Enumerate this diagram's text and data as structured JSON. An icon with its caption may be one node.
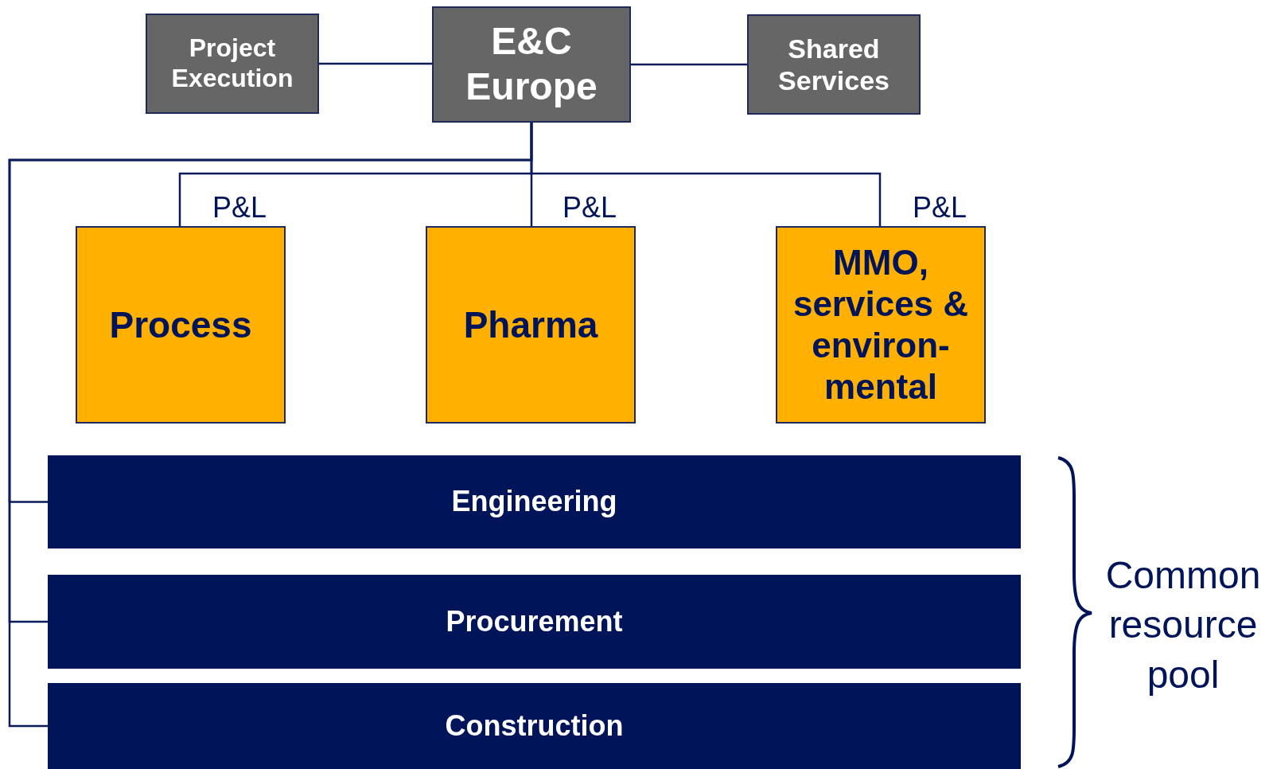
{
  "diagram": {
    "nodes": [
      {
        "text": [
          "Project Execution"
        ]
      },
      {
        "text": [
          "E&C Europe"
        ]
      },
      {
        "text": [
          "Shared Services"
        ]
      },
      {
        "text": [
          "Process"
        ],
        "beside": [
          "P&L"
        ]
      },
      {
        "text": [
          "Pharma"
        ],
        "beside": [
          "P&L"
        ]
      },
      {
        "text": [
          "MMO, services & environ-mental"
        ],
        "beside": [
          "P&L"
        ]
      },
      {
        "text": [
          "Engineering"
        ]
      },
      {
        "text": [
          "Procurement"
        ]
      },
      {
        "text": [
          "Construction"
        ]
      }
    ],
    "edges": [
      {
        "from": 1,
        "to": 0,
        "arrow": "none"
      },
      {
        "from": 1,
        "to": 2,
        "arrow": "none"
      },
      {
        "from": 1,
        "to": 3,
        "arrow": "none"
      },
      {
        "from": 1,
        "to": 4,
        "arrow": "none"
      },
      {
        "from": 1,
        "to": 5,
        "arrow": "none"
      },
      {
        "from": 1,
        "to": 6,
        "arrow": "none"
      },
      {
        "from": 1,
        "to": 7,
        "arrow": "none"
      },
      {
        "from": 1,
        "to": 8,
        "arrow": "none"
      }
    ],
    "labels": [
      "Common resource pool"
    ]
  }
}
